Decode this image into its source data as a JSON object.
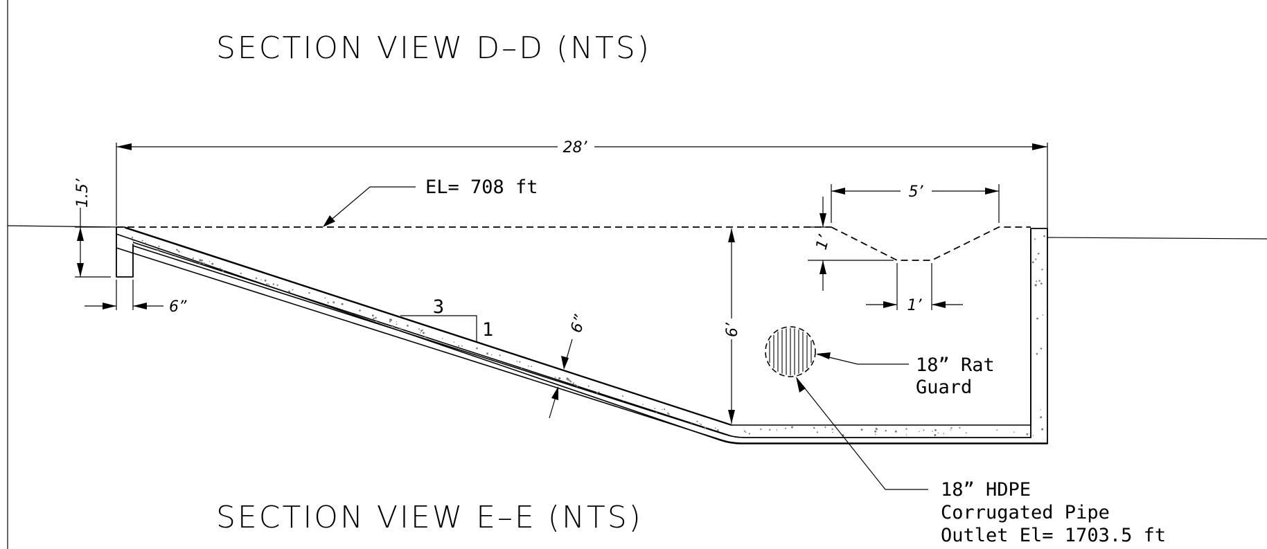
{
  "titles": {
    "section_d": "SECTION VIEW D–D (NTS)",
    "section_e": "SECTION VIEW E–E (NTS)"
  },
  "dimensions": {
    "overall_width": "28’",
    "curb_height": "1.5’",
    "curb_thickness": "6”",
    "weir_top_width": "5’",
    "weir_depth": "1’",
    "weir_bottom_width": "1’",
    "basin_depth": "6’",
    "slab_thickness": "6”"
  },
  "slope": {
    "run": "3",
    "rise": "1"
  },
  "labels": {
    "elevation": "EL= 708 ft",
    "rat_guard_line1": "18” Rat",
    "rat_guard_line2": "Guard",
    "pipe_line1": "18” HDPE",
    "pipe_line2": "Corrugated Pipe",
    "pipe_line3": "Outlet El= 1703.5 ft"
  },
  "colors": {
    "line": "#000000",
    "background": "#ffffff",
    "concrete_speck": "#777777"
  }
}
